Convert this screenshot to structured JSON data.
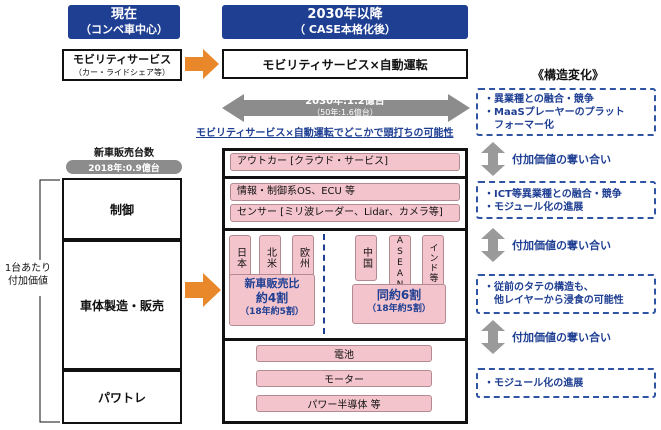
{
  "header_current": {
    "line1": "現在",
    "line2": "（コンベ車中心）"
  },
  "header_future": {
    "line1": "2030年以降",
    "line2": "（ CASE本格化後）"
  },
  "left_top_box": {
    "title": "モビリティサービス",
    "sub": "（カー・ライドシェア等）"
  },
  "right_top_box": {
    "label": "モビリティサービス×自動運転"
  },
  "forecast": {
    "line1": "2030年:1.2億台",
    "line2": "（50年:1.6億台）"
  },
  "forecast_caption": "モビリティサービス×自動運転でどこかで頭打ちの可能性",
  "sales_label": {
    "title": "新車販売台数",
    "badge": "2018年:0.9億台"
  },
  "value_label": {
    "line1": "1台あたり",
    "line2": "付加価値"
  },
  "left_rows": {
    "control": "制御",
    "body": "車体製造・販売",
    "powertrain": "パワトレ"
  },
  "layers": {
    "outcar": "アウトカー [クラウド・サービス]",
    "info": "情報・制御系OS、ECU 等",
    "sensor": "センサー [ミリ波レーダー、Lidar、カメラ等]",
    "battery": "電池",
    "motor": "モーター",
    "semi": "パワー半導体 等"
  },
  "regions_left": [
    "日本",
    "北米",
    "欧州"
  ],
  "regions_right": [
    "中国",
    "ASEAN",
    "インド等"
  ],
  "share_left": {
    "l1": "新車販売比",
    "l2": "約4割",
    "l3": "（18年約5割）"
  },
  "share_right": {
    "l1": "同約6割",
    "l2": "（18年約5割）"
  },
  "structural_title": "《構造変化》",
  "struct_boxes": [
    [
      "異業種との融合・競争",
      "MaaSプレーヤーのプラット",
      "フォーマー化"
    ],
    [
      "ICT等異業種との融合・競争",
      "モジュール化の進展"
    ],
    [
      "従前のタテの構造も、",
      "他レイヤーから浸食の可能性"
    ],
    [
      "モジュール化の進展"
    ]
  ],
  "competition_label": "付加価値の奪い合い",
  "colors": {
    "navy": "#1f3f93",
    "pink": "#f3c4cc",
    "orange": "#e9882a",
    "gray_arrow": "#9a9a9a"
  }
}
